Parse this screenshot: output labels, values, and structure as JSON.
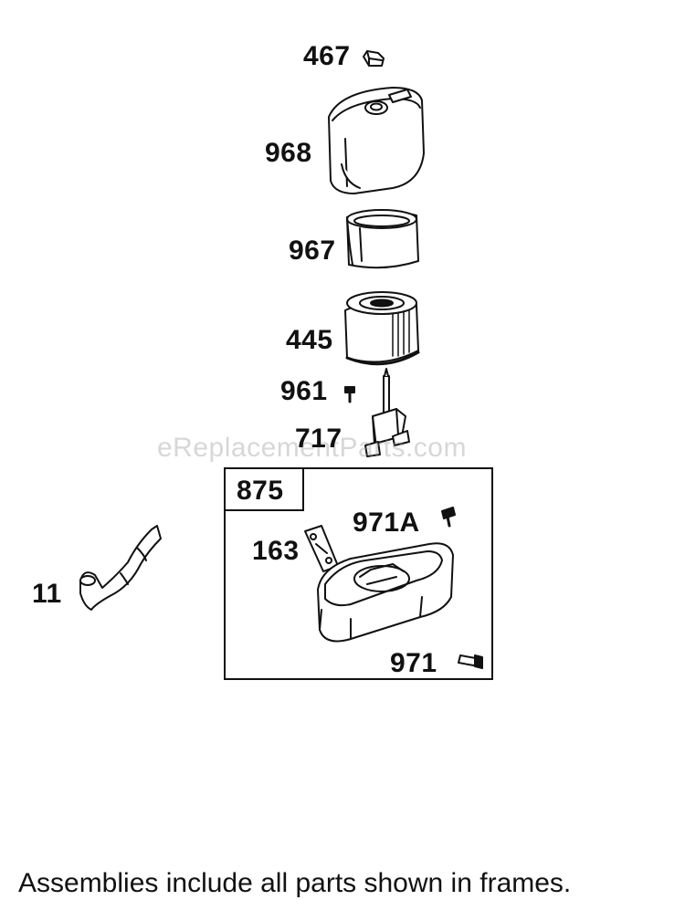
{
  "diagram": {
    "parts": [
      {
        "number": "467"
      },
      {
        "number": "968"
      },
      {
        "number": "967"
      },
      {
        "number": "445"
      },
      {
        "number": "961"
      },
      {
        "number": "717"
      },
      {
        "number": "11"
      }
    ],
    "assembly_frame": {
      "number": "875",
      "parts": [
        {
          "number": "163"
        },
        {
          "number": "971A"
        },
        {
          "number": "971"
        }
      ]
    },
    "watermark": "eReplacementParts.com",
    "footer_note": "Assemblies include all parts shown in frames."
  }
}
